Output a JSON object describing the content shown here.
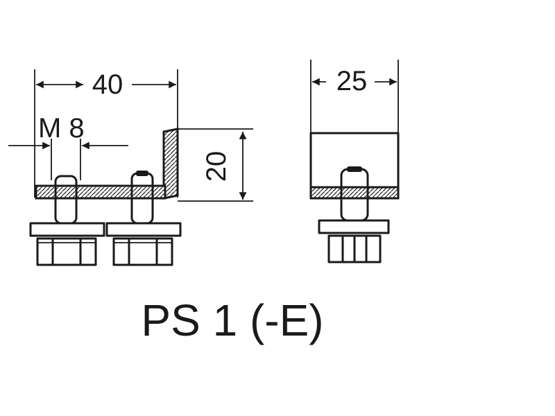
{
  "dimensions": {
    "width_side": "40",
    "thread": "M 8",
    "height": "20",
    "width_end": "25"
  },
  "caption": "PS 1 (-E)"
}
